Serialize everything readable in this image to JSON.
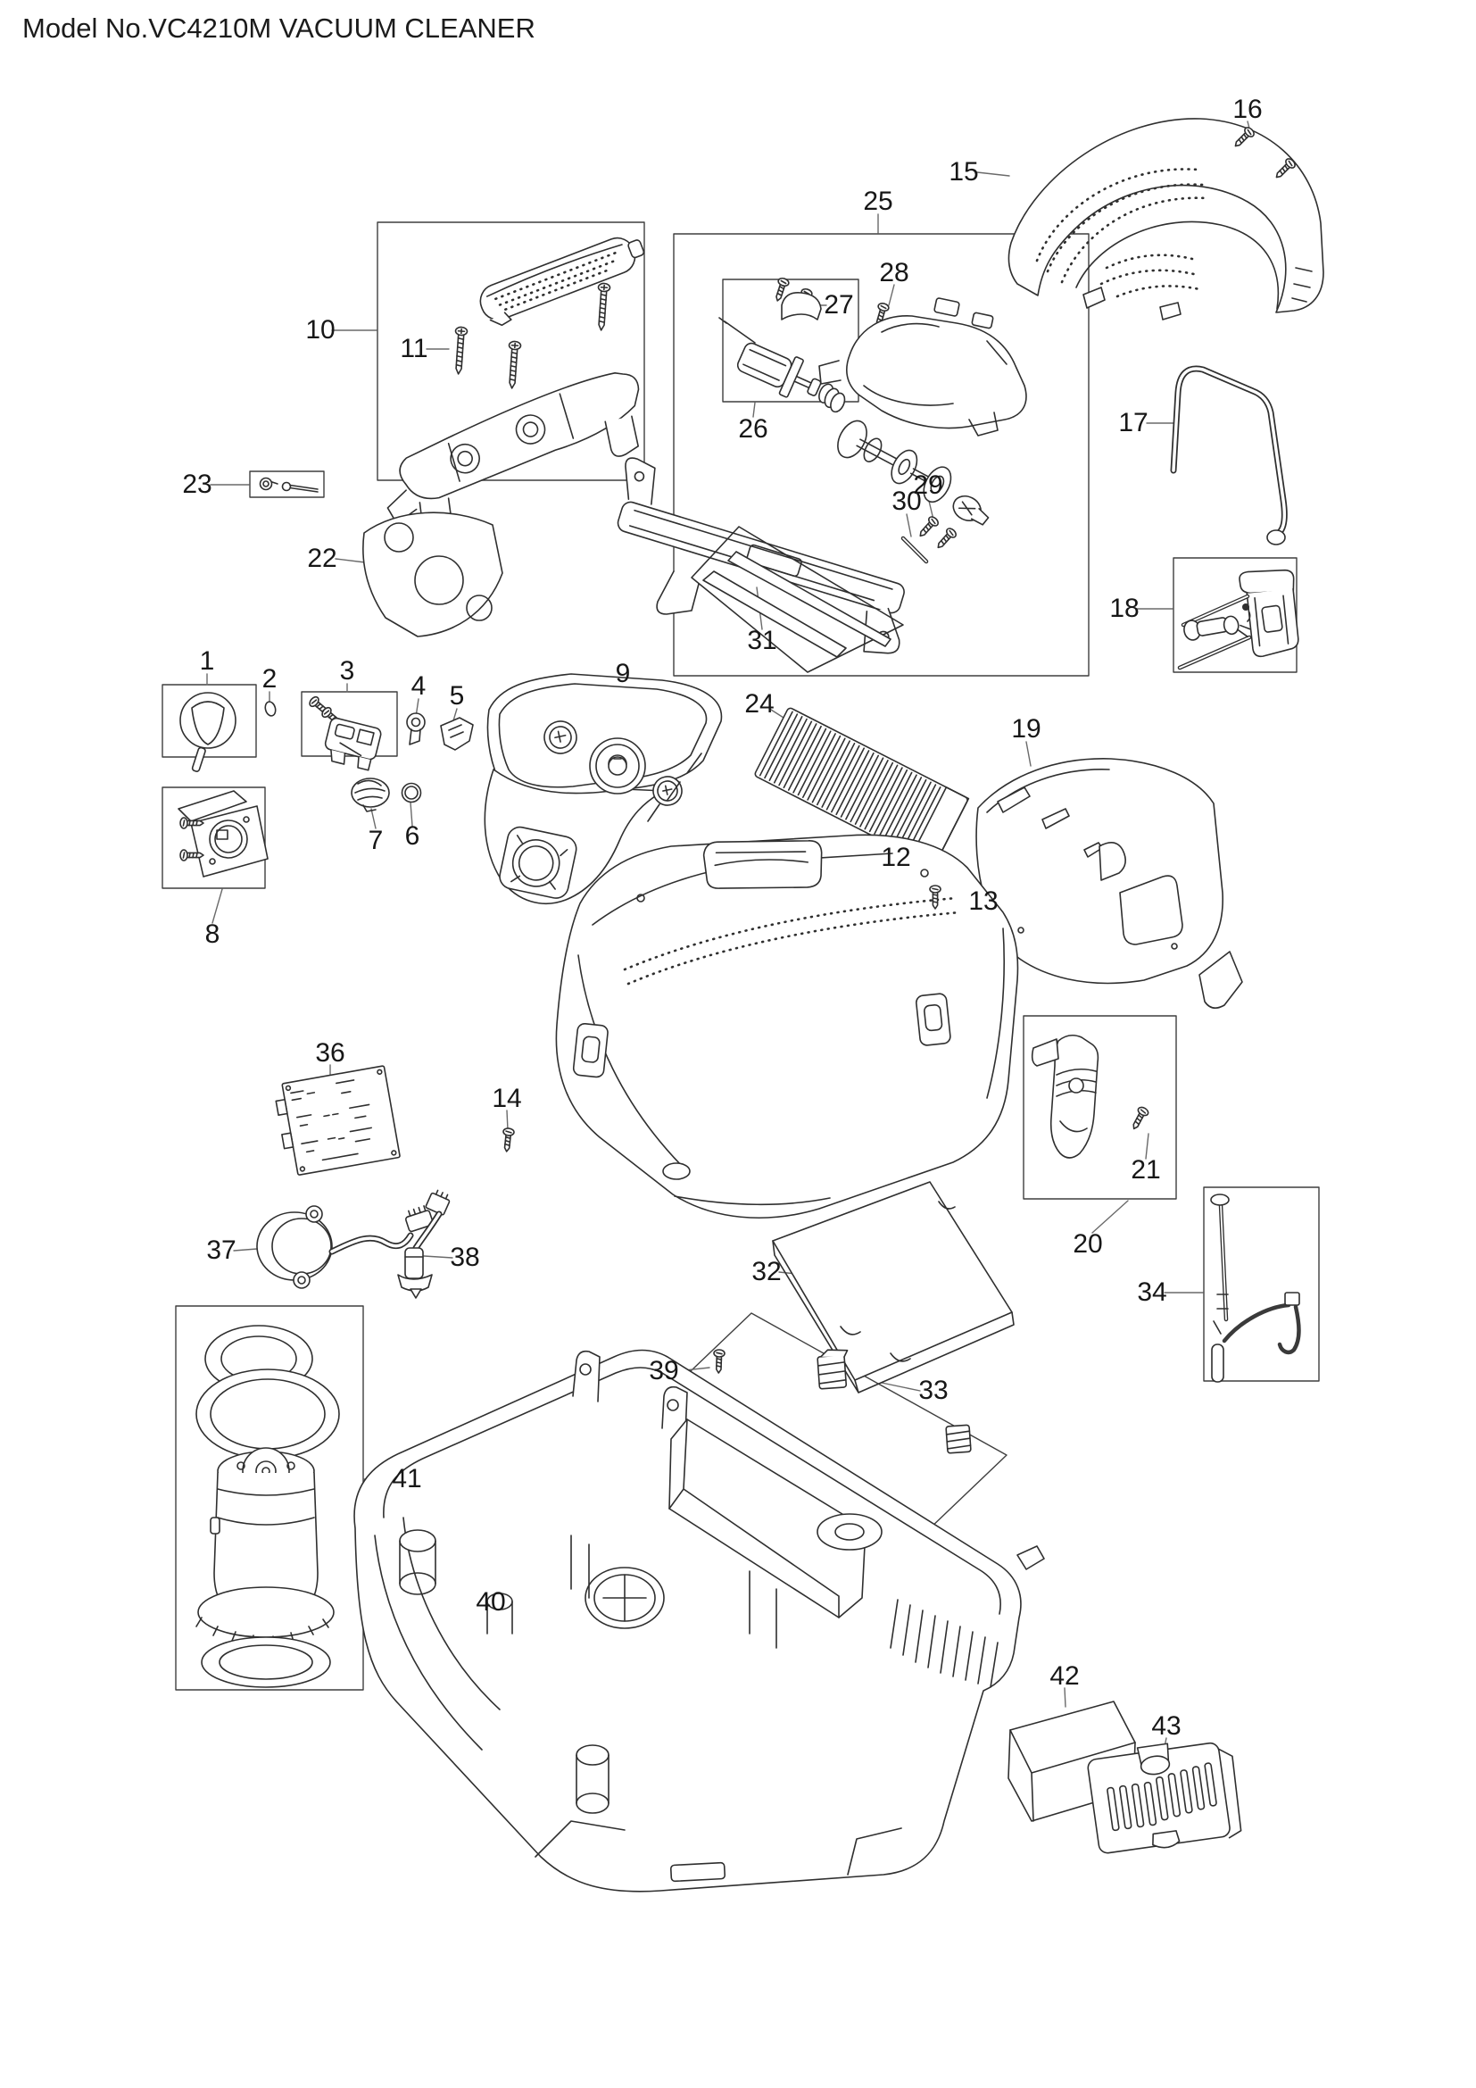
{
  "title": "Model No.VC4210M VACUUM CLEANER",
  "colors": {
    "background": "#ffffff",
    "line_art": "#2f2f2f",
    "label_text": "#1a1a1a",
    "leader_line": "#6a6a6a"
  },
  "diagram": {
    "model": "VC4210M",
    "product": "VACUUM CLEANER",
    "callouts": [
      {
        "num": "1"
      },
      {
        "num": "2"
      },
      {
        "num": "3"
      },
      {
        "num": "4"
      },
      {
        "num": "5"
      },
      {
        "num": "6"
      },
      {
        "num": "7"
      },
      {
        "num": "8"
      },
      {
        "num": "9"
      },
      {
        "num": "10"
      },
      {
        "num": "11"
      },
      {
        "num": "12"
      },
      {
        "num": "13"
      },
      {
        "num": "14"
      },
      {
        "num": "15"
      },
      {
        "num": "16"
      },
      {
        "num": "17"
      },
      {
        "num": "18"
      },
      {
        "num": "19"
      },
      {
        "num": "20"
      },
      {
        "num": "21"
      },
      {
        "num": "22"
      },
      {
        "num": "23"
      },
      {
        "num": "24"
      },
      {
        "num": "25"
      },
      {
        "num": "26"
      },
      {
        "num": "27"
      },
      {
        "num": "28"
      },
      {
        "num": "29"
      },
      {
        "num": "30"
      },
      {
        "num": "31"
      },
      {
        "num": "32"
      },
      {
        "num": "33"
      },
      {
        "num": "34"
      },
      {
        "num": "36"
      },
      {
        "num": "37"
      },
      {
        "num": "38"
      },
      {
        "num": "39"
      },
      {
        "num": "40"
      },
      {
        "num": "41"
      },
      {
        "num": "42"
      },
      {
        "num": "43"
      }
    ]
  }
}
